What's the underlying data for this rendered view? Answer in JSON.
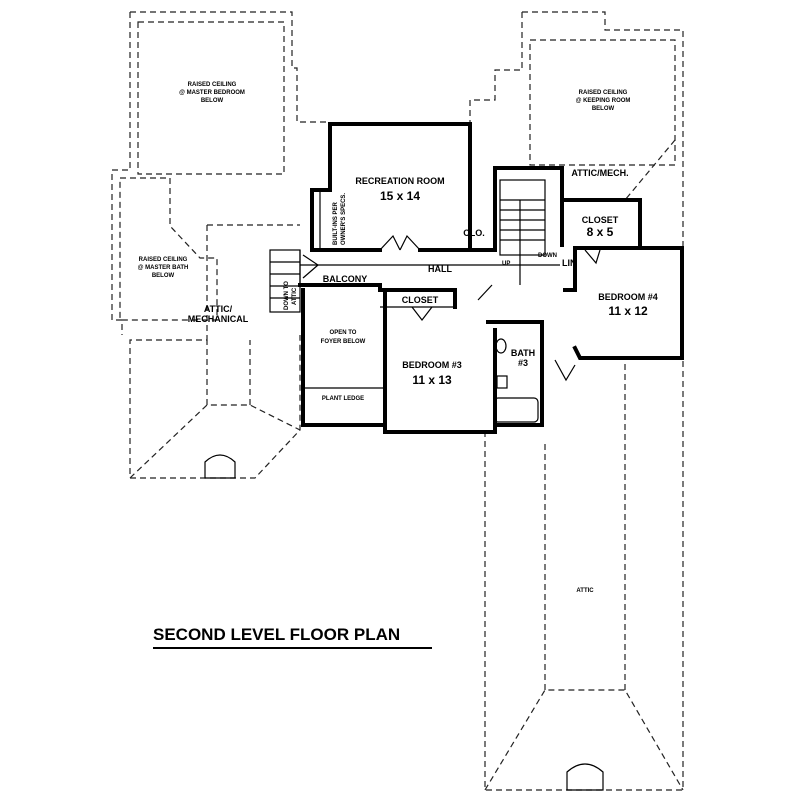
{
  "title": "SECOND LEVEL FLOOR PLAN",
  "labels": {
    "raised_bed": [
      "RAISED CEILING",
      "@ MASTER BEDROOM",
      "BELOW"
    ],
    "raised_keep": [
      "RAISED CEILING",
      "@ KEEPING ROOM",
      "BELOW"
    ],
    "raised_bath": [
      "RAISED CEILING",
      "@ MASTER BATH",
      "BELOW"
    ],
    "attic_mech": [
      "ATTIC/",
      "MECHANICAL"
    ],
    "attic_mech2": "ATTIC/MECH.",
    "rec_room": "RECREATION ROOM",
    "rec_size": "15 x 14",
    "builtins": [
      "BUILT-INS PER",
      "OWNER'S SPECS."
    ],
    "clo": "CLO.",
    "closet2": "CLOSET",
    "closet2_size": "8 x 5",
    "balcony": "BALCONY",
    "hall": "HALL",
    "up": "UP",
    "down": "DOWN",
    "lin": "LIN",
    "down_attic": [
      "DOWN TO",
      "ATTIC"
    ],
    "open_foyer": [
      "OPEN TO",
      "FOYER BELOW"
    ],
    "plant_ledge": "PLANT LEDGE",
    "closet": "CLOSET",
    "bed3": "BEDROOM #3",
    "bed3_size": "11 x 13",
    "bath3": [
      "BATH",
      "#3"
    ],
    "bed4": "BEDROOM #4",
    "bed4_size": "11 x 12",
    "attic": "ATTIC"
  }
}
